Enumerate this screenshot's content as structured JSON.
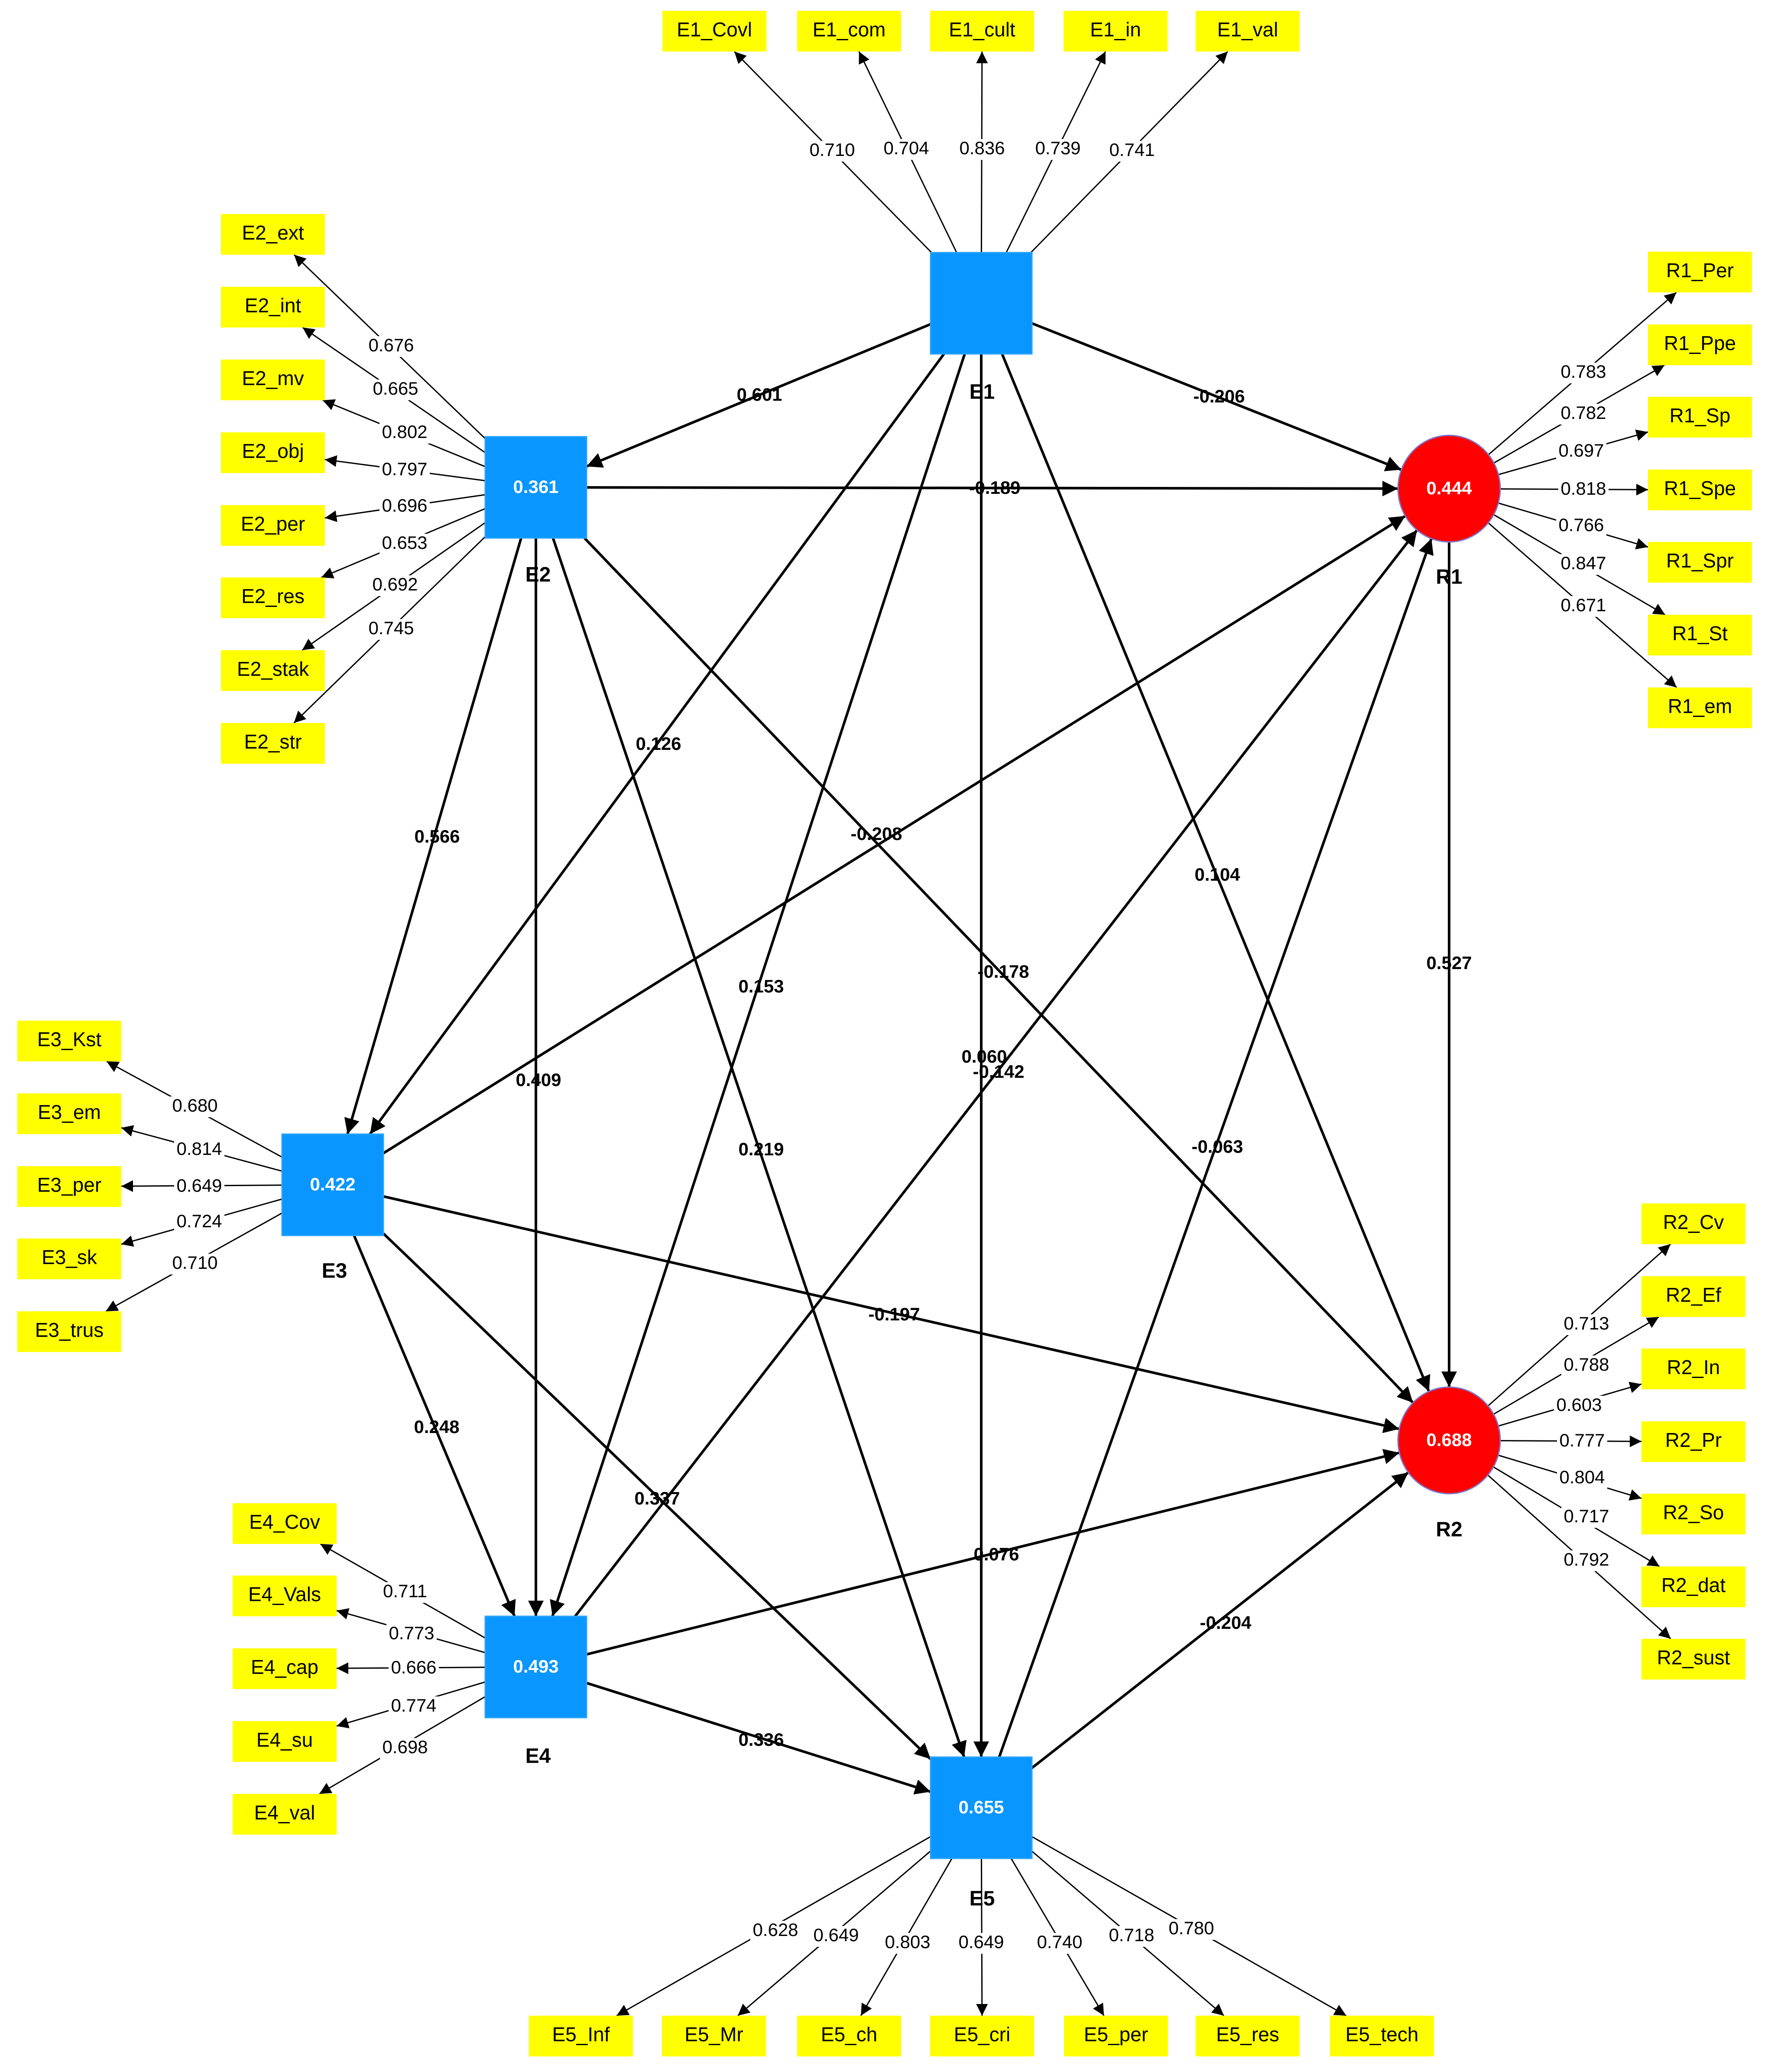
{
  "colors": {
    "exogenous_construct": "#0a96ff",
    "endogenous_construct": "#ff0000",
    "indicator": "#ffff00",
    "edge": "#000000"
  },
  "constructs": [
    {
      "id": "E1",
      "label": "E1",
      "r2": "",
      "shape": "square"
    },
    {
      "id": "E2",
      "label": "E2",
      "r2": "0.361",
      "shape": "square"
    },
    {
      "id": "E3",
      "label": "E3",
      "r2": "0.422",
      "shape": "square"
    },
    {
      "id": "E4",
      "label": "E4",
      "r2": "0.493",
      "shape": "square"
    },
    {
      "id": "E5",
      "label": "E5",
      "r2": "0.655",
      "shape": "square"
    },
    {
      "id": "R1",
      "label": "R1",
      "r2": "0.444",
      "shape": "circle"
    },
    {
      "id": "R2",
      "label": "R2",
      "r2": "0.688",
      "shape": "circle"
    }
  ],
  "paths": [
    {
      "from": "E1",
      "to": "E2",
      "coef": "0.601"
    },
    {
      "from": "E1",
      "to": "E3",
      "coef": "0.126"
    },
    {
      "from": "E1",
      "to": "E4",
      "coef": "0.153"
    },
    {
      "from": "E1",
      "to": "E5",
      "coef": "0.060"
    },
    {
      "from": "E1",
      "to": "R1",
      "coef": "-0.206"
    },
    {
      "from": "E1",
      "to": "R2",
      "coef": "0.104"
    },
    {
      "from": "E2",
      "to": "E3",
      "coef": "0.566"
    },
    {
      "from": "E2",
      "to": "E4",
      "coef": "0.409"
    },
    {
      "from": "E2",
      "to": "E5",
      "coef": "0.219"
    },
    {
      "from": "E2",
      "to": "R1",
      "coef": "-0.189"
    },
    {
      "from": "E2",
      "to": "R2",
      "coef": "-0.178"
    },
    {
      "from": "E3",
      "to": "E4",
      "coef": "0.248"
    },
    {
      "from": "E3",
      "to": "E5",
      "coef": "0.337"
    },
    {
      "from": "E3",
      "to": "R1",
      "coef": "-0.208"
    },
    {
      "from": "E3",
      "to": "R2",
      "coef": "-0.197"
    },
    {
      "from": "E4",
      "to": "E5",
      "coef": "0.336"
    },
    {
      "from": "E4",
      "to": "R1",
      "coef": "-0.142"
    },
    {
      "from": "E4",
      "to": "R2",
      "coef": "0.076"
    },
    {
      "from": "E5",
      "to": "R1",
      "coef": "-0.063"
    },
    {
      "from": "E5",
      "to": "R2",
      "coef": "-0.204"
    },
    {
      "from": "R1",
      "to": "R2",
      "coef": "0.527"
    }
  ],
  "indicators": {
    "E1": [
      {
        "name": "E1_Covl",
        "loading": "0.710"
      },
      {
        "name": "E1_com",
        "loading": "0.704"
      },
      {
        "name": "E1_cult",
        "loading": "0.836"
      },
      {
        "name": "E1_in",
        "loading": "0.739"
      },
      {
        "name": "E1_val",
        "loading": "0.741"
      }
    ],
    "E2": [
      {
        "name": "E2_ext",
        "loading": "0.676"
      },
      {
        "name": "E2_int",
        "loading": "0.665"
      },
      {
        "name": "E2_mv",
        "loading": "0.802"
      },
      {
        "name": "E2_obj",
        "loading": "0.797"
      },
      {
        "name": "E2_per",
        "loading": "0.696"
      },
      {
        "name": "E2_res",
        "loading": "0.653"
      },
      {
        "name": "E2_stak",
        "loading": "0.692"
      },
      {
        "name": "E2_str",
        "loading": "0.745"
      }
    ],
    "E3": [
      {
        "name": "E3_Kst",
        "loading": "0.680"
      },
      {
        "name": "E3_em",
        "loading": "0.814"
      },
      {
        "name": "E3_per",
        "loading": "0.649"
      },
      {
        "name": "E3_sk",
        "loading": "0.724"
      },
      {
        "name": "E3_trus",
        "loading": "0.710"
      }
    ],
    "E4": [
      {
        "name": "E4_Cov",
        "loading": "0.711"
      },
      {
        "name": "E4_Vals",
        "loading": "0.773"
      },
      {
        "name": "E4_cap",
        "loading": "0.666"
      },
      {
        "name": "E4_su",
        "loading": "0.774"
      },
      {
        "name": "E4_val",
        "loading": "0.698"
      }
    ],
    "E5": [
      {
        "name": "E5_Inf",
        "loading": "0.628"
      },
      {
        "name": "E5_Mr",
        "loading": "0.649"
      },
      {
        "name": "E5_ch",
        "loading": "0.803"
      },
      {
        "name": "E5_cri",
        "loading": "0.649"
      },
      {
        "name": "E5_per",
        "loading": "0.740"
      },
      {
        "name": "E5_res",
        "loading": "0.718"
      },
      {
        "name": "E5_tech",
        "loading": "0.780"
      }
    ],
    "R1": [
      {
        "name": "R1_Per",
        "loading": "0.783"
      },
      {
        "name": "R1_Ppe",
        "loading": "0.782"
      },
      {
        "name": "R1_Sp",
        "loading": "0.697"
      },
      {
        "name": "R1_Spe",
        "loading": "0.818"
      },
      {
        "name": "R1_Spr",
        "loading": "0.766"
      },
      {
        "name": "R1_St",
        "loading": "0.847"
      },
      {
        "name": "R1_em",
        "loading": "0.671"
      }
    ],
    "R2": [
      {
        "name": "R2_Cv",
        "loading": "0.713"
      },
      {
        "name": "R2_Ef",
        "loading": "0.788"
      },
      {
        "name": "R2_In",
        "loading": "0.603"
      },
      {
        "name": "R2_Pr",
        "loading": "0.777"
      },
      {
        "name": "R2_So",
        "loading": "0.804"
      },
      {
        "name": "R2_dat",
        "loading": "0.717"
      },
      {
        "name": "R2_sust",
        "loading": "0.792"
      }
    ]
  }
}
